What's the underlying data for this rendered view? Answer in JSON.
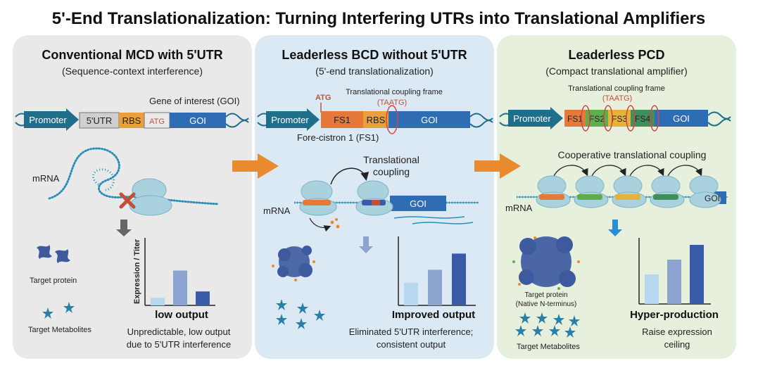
{
  "main_title": "5'-End Translationalization: Turning Interfering UTRs into Translational Amplifiers",
  "colors": {
    "panel1_bg": "#e9e9e9",
    "panel2_bg": "#dbe9f5",
    "panel3_bg": "#e6f0dd",
    "promoter": "#1f6f8b",
    "goi": "#2e6db4",
    "utr": "#cfcfcf",
    "rbs": "#e9a03b",
    "fs1": "#e4793a",
    "fs2": "#5fae4c",
    "fs3": "#e6b33a",
    "fs4": "#3f8f5a",
    "arrow": "#e98a2e",
    "ribosome": "#a9d1de",
    "stop_ellipse": "#d64545",
    "protein": "#3d5a9e",
    "star": "#2a7fa6",
    "bar_light": "#b8d8f0",
    "bar_mid": "#8ea4d0",
    "bar_dark": "#3a5ca8"
  },
  "panel1": {
    "title": "Conventional MCD with 5'UTR",
    "subtitle": "(Sequence-context interference)",
    "goi_caption": "Gene of interest (GOI)",
    "promoter": "Promoter",
    "utr": "5'UTR",
    "rbs": "RBS",
    "atg": "ATG",
    "goi": "GOI",
    "mrna": "mRNA",
    "protein_label": "Target protein",
    "metabolite_label": "Target Metabolites",
    "y_axis": "Expression / Titer",
    "output_label": "low output",
    "note_line1": "Unpredictable, low output",
    "note_line2": "due to 5'UTR interference",
    "bars": [
      0.12,
      0.55,
      0.22
    ]
  },
  "panel2": {
    "title": "Leaderless BCD without 5'UTR",
    "subtitle": "(5'-end translationalization)",
    "atg": "ATG",
    "coupling_frame": "Translational coupling frame",
    "stop": "(TAATG)",
    "promoter": "Promoter",
    "fs1": "FS1",
    "rbs": "RBS",
    "goi": "GOI",
    "fore_cistron": "Fore-cistron 1 (FS1)",
    "coupling_line1": "Translational",
    "coupling_line2": "coupling",
    "mrna": "mRNA",
    "goi_mrna": "GOI",
    "output_label": "Improved output",
    "note_line1": "Eliminated 5'UTR interference;",
    "note_line2": "consistent output",
    "bars": [
      0.35,
      0.55,
      0.8
    ]
  },
  "panel3": {
    "title": "Leaderless PCD",
    "subtitle": "(Compact translational amplifier)",
    "coupling_frame": "Translational coupling frame",
    "stop": "(TAATG)",
    "promoter": "Promoter",
    "fs1": "FS1",
    "fs2": "FS2",
    "fs3": "FS3",
    "fs4": "FS4",
    "goi": "GOI",
    "cooperative": "Cooperative translational coupling",
    "mrna": "mRNA",
    "goi_mrna": "GOI",
    "protein_line1": "Target protein",
    "protein_line2": "(Native N-terminus)",
    "metabolite_label": "Target Metabolites",
    "output_label": "Hyper-production",
    "note_line1": "Raise expression",
    "note_line2": "ceiling",
    "bars": [
      0.5,
      0.75,
      1.0
    ]
  }
}
